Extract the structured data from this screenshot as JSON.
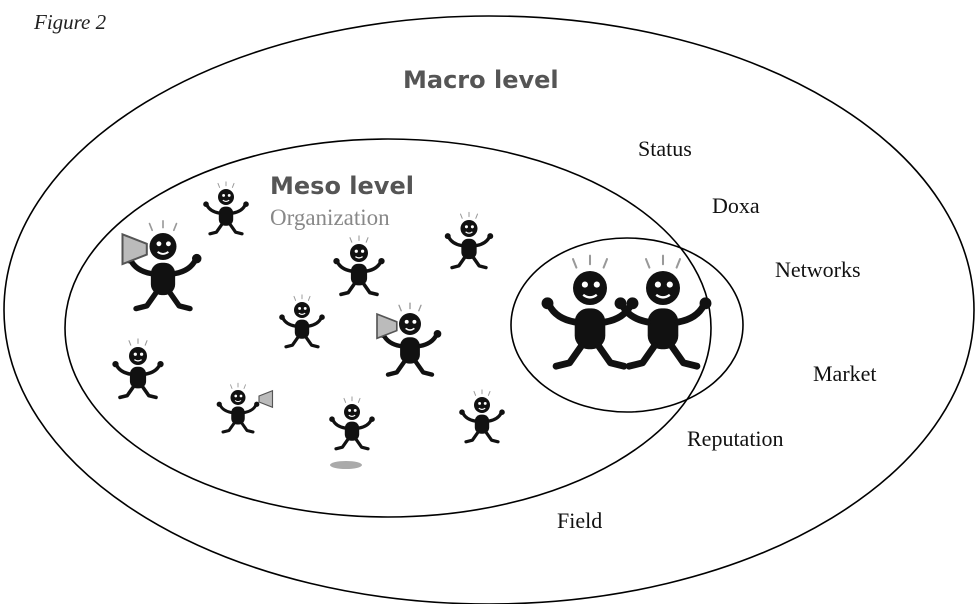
{
  "figure_caption": "Figure 2",
  "macro_level": {
    "title": "Macro level",
    "factors": [
      "Status",
      "Doxa",
      "Networks",
      "Market",
      "Reputation",
      "Field"
    ]
  },
  "meso_level": {
    "title": "Meso level",
    "subtitle": "Organization"
  },
  "colors": {
    "figure_fill": "#111111",
    "title_gray": "#555555",
    "subtitle_gray": "#888888",
    "line": "#000000"
  }
}
